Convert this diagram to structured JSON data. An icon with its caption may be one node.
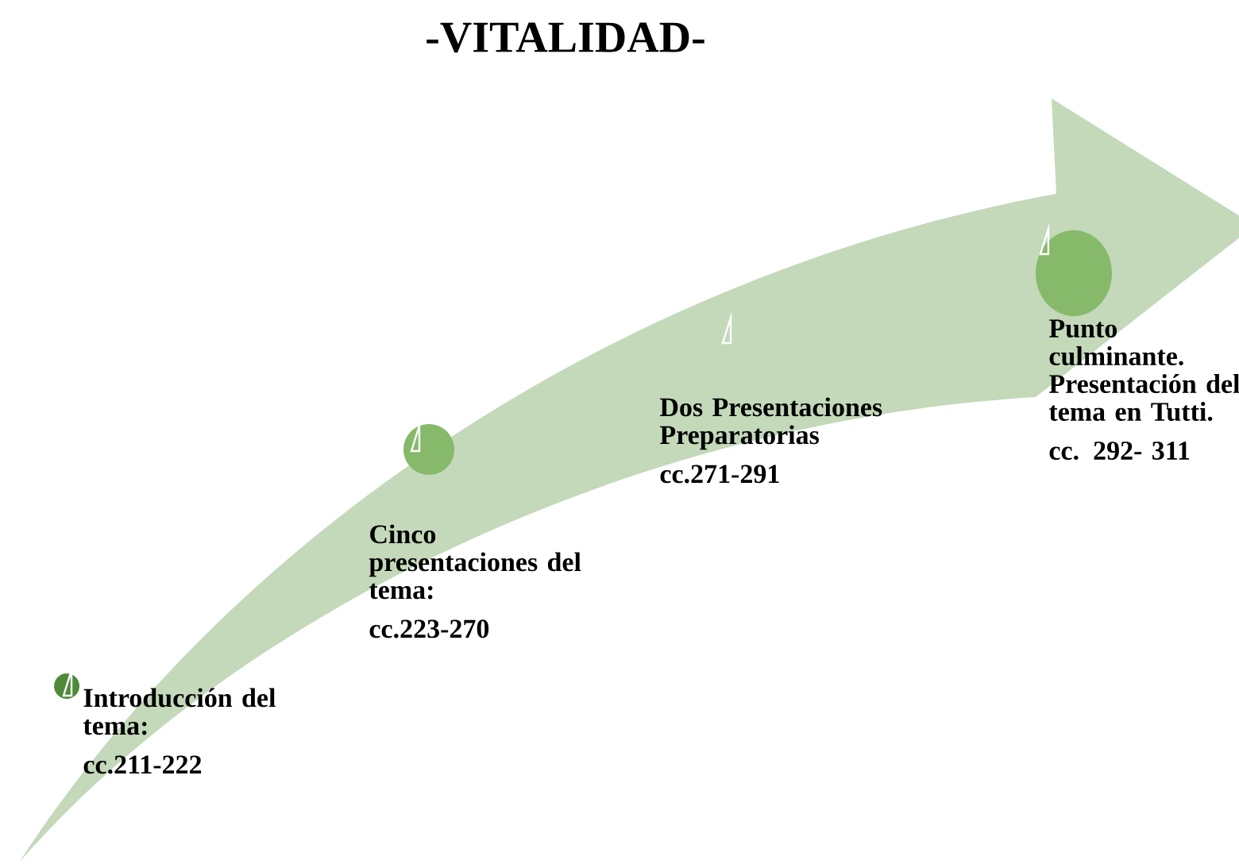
{
  "diagram": {
    "title": "-VITALIDAD-",
    "nodes": [
      {
        "text": [
          "Introducción del tema:",
          "cc.211-222"
        ]
      },
      {
        "text": [
          "Cinco presentaciones del tema:",
          "cc.223-270"
        ]
      },
      {
        "text": [
          "Dos Presentaciones Preparatorias",
          "cc.271-291"
        ]
      },
      {
        "text": [
          "Punto culminante. Presentación del tema en Tutti.",
          "cc. 292- 311"
        ]
      }
    ]
  }
}
